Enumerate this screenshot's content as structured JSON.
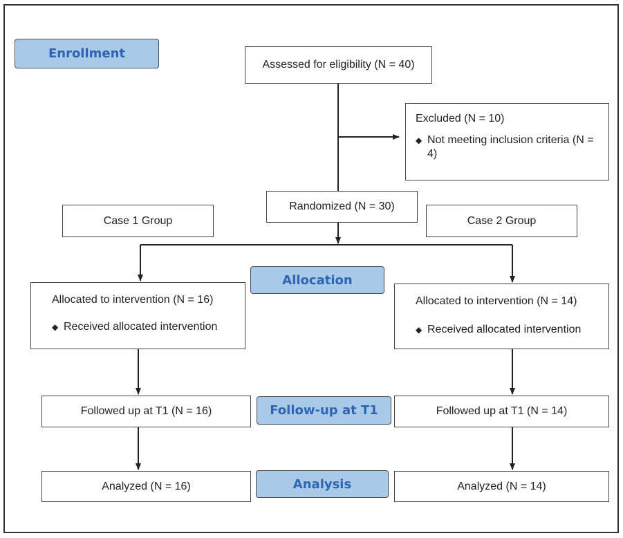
{
  "stages": {
    "enrollment": "Enrollment",
    "allocation": "Allocation",
    "followup": "Follow-up at T1",
    "analysis": "Analysis"
  },
  "boxes": {
    "assessed": "Assessed for eligibility (N = 40)",
    "excluded": {
      "title": "Excluded  (N = 10)",
      "bullet": "Not meeting inclusion criteria (N = 4)"
    },
    "randomized": "Randomized (N = 30)",
    "case1_group": "Case 1 Group",
    "case2_group": "Case 2 Group",
    "allocated_left": {
      "title": "Allocated to intervention (N = 16)",
      "bullet": "Received allocated intervention"
    },
    "allocated_right": {
      "title": "Allocated to intervention (N = 14)",
      "bullet": "Received allocated intervention"
    },
    "followed_left": "Followed up at T1 (N = 16)",
    "followed_right": "Followed up at T1 (N = 14)",
    "analyzed_left": "Analyzed (N = 16)",
    "analyzed_right": "Analyzed (N = 14)"
  },
  "colors": {
    "stage_fill": "#a9c9e8",
    "stage_text": "#2e64b0",
    "line": "#222222"
  },
  "icons": {
    "bullet": "diamond-bullet-icon"
  }
}
